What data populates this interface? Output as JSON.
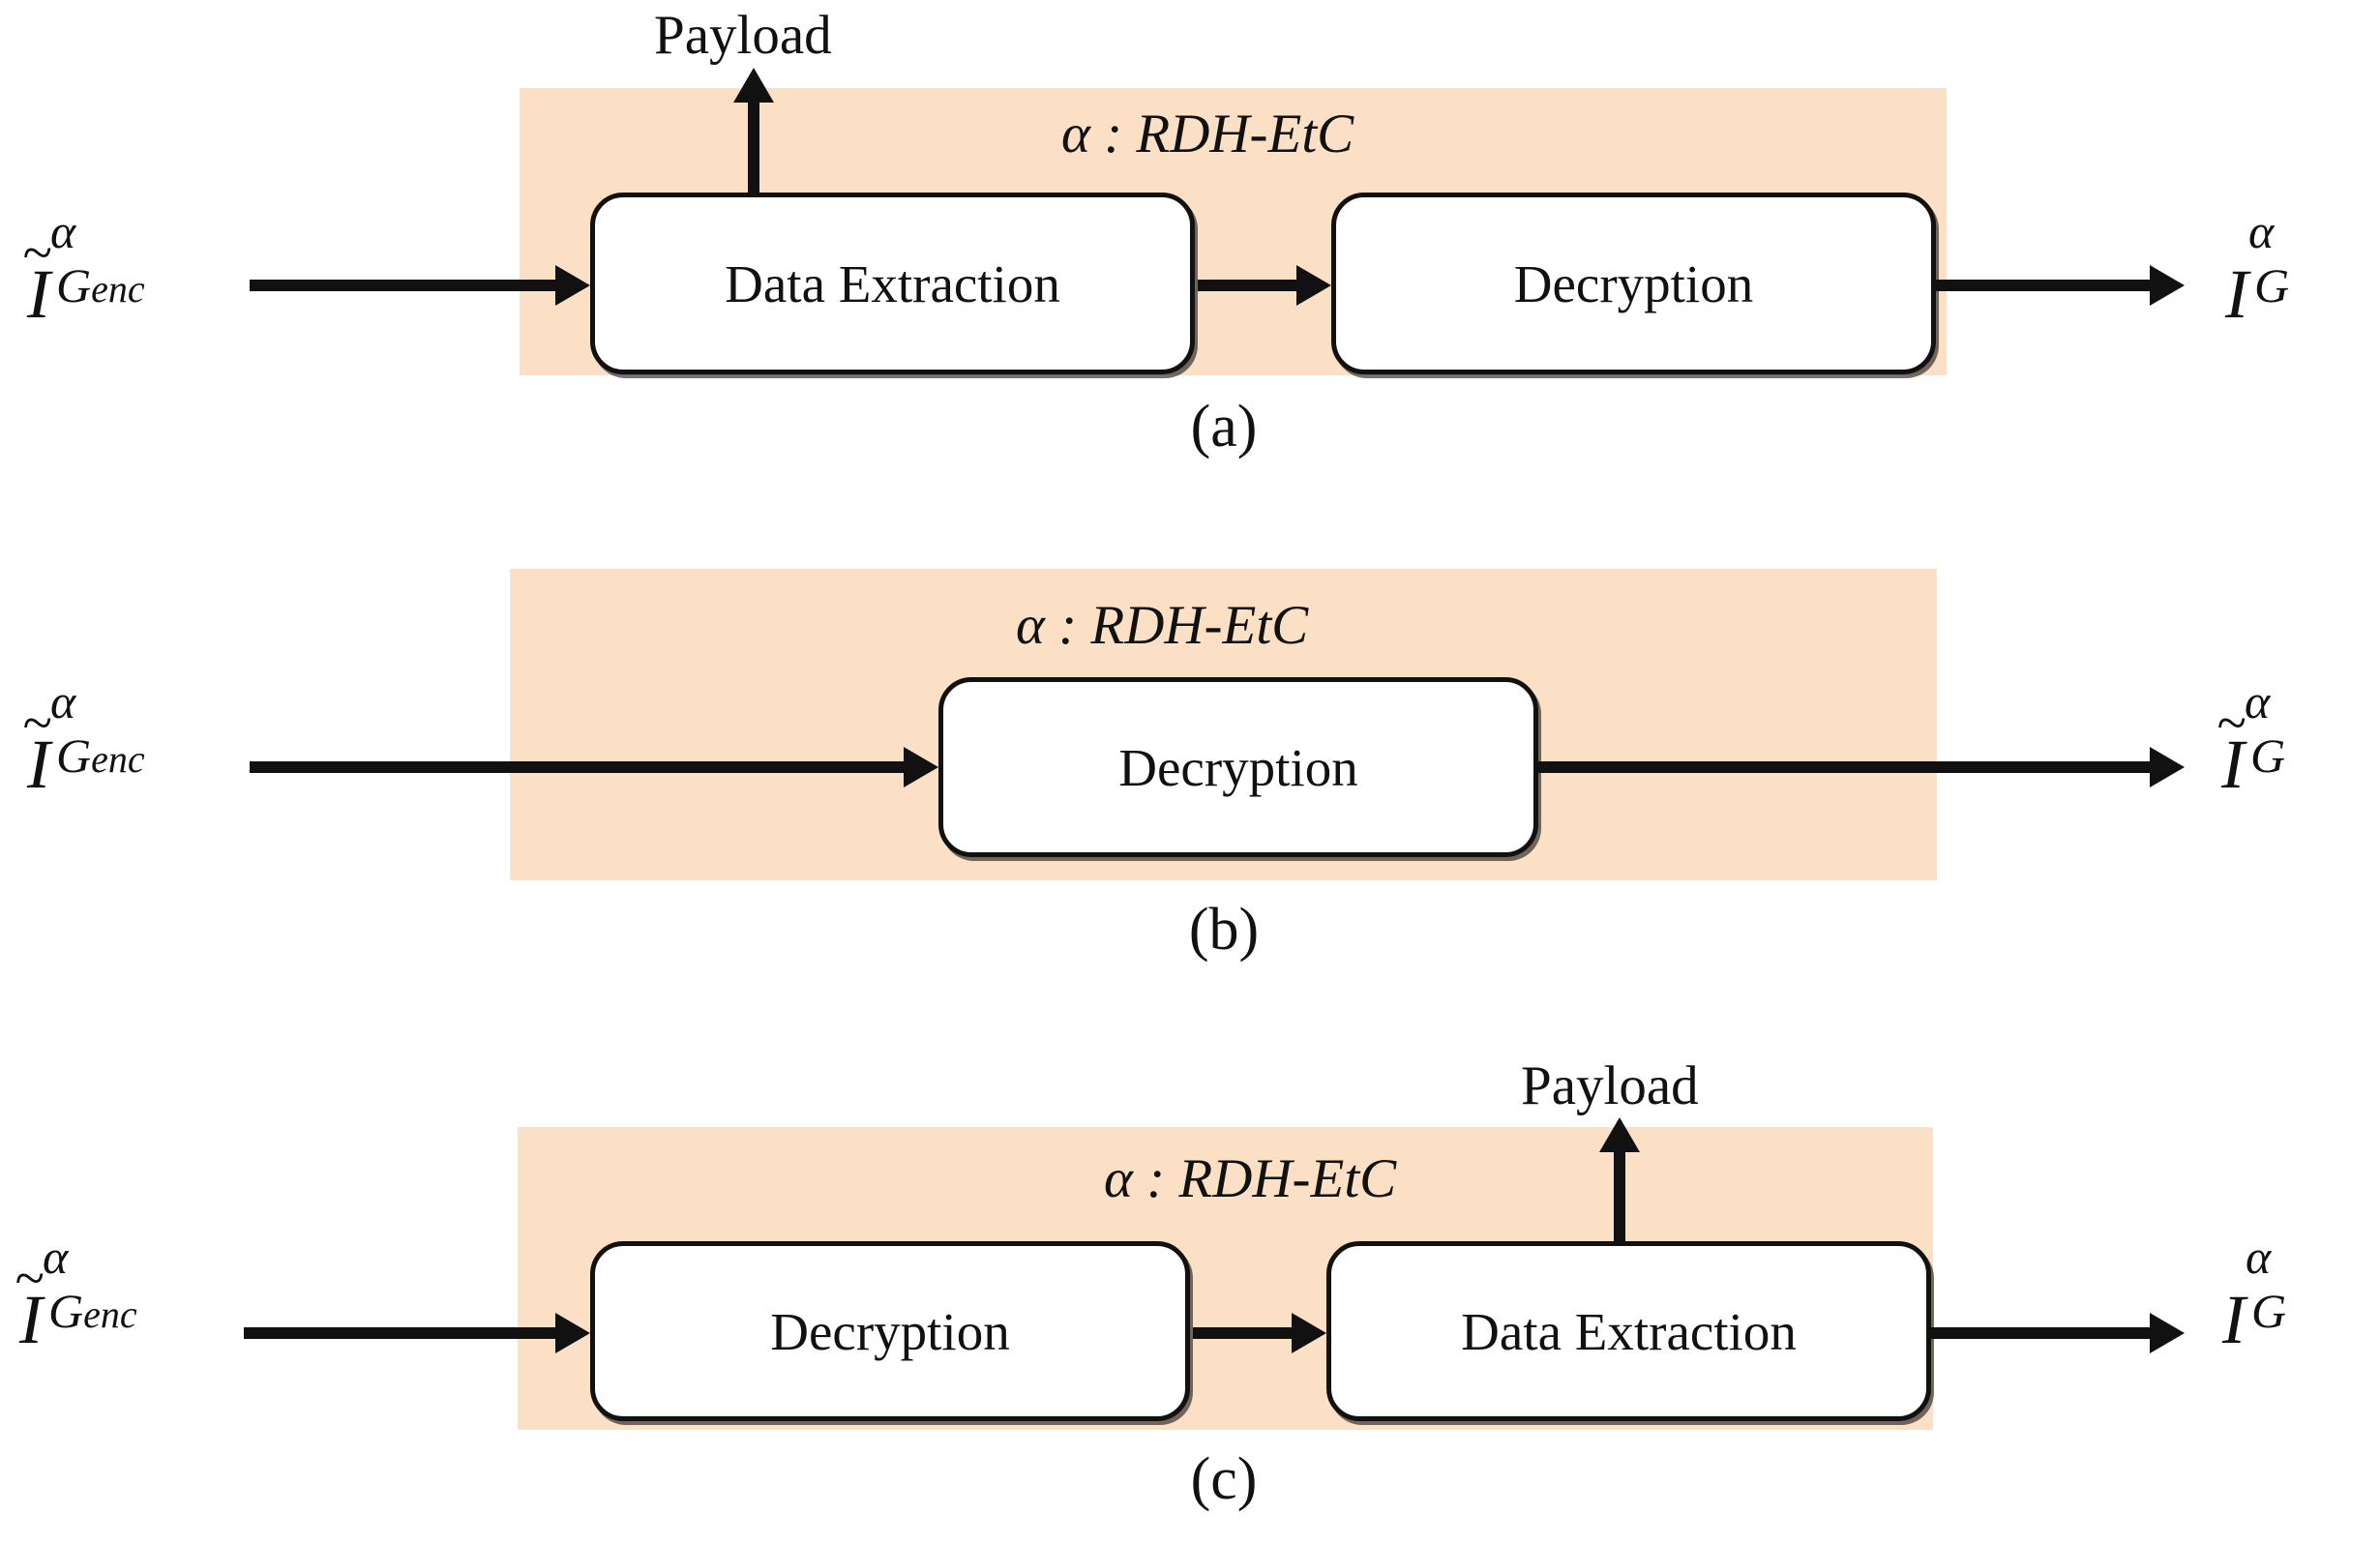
{
  "figure": {
    "panel_fill_color": "#FBE0C5",
    "box_border_color": "#111111",
    "box_fill_color": "#FFFFFF",
    "arrow_color": "#111111",
    "panel_title": "α : RDH-EtC"
  },
  "panels": [
    {
      "id": "a",
      "caption": "(a)",
      "title": "α : RDH-EtC",
      "input_label": {
        "base": "I",
        "tilde": "~",
        "sup": "α",
        "sub_main": "G",
        "sub_small": "enc"
      },
      "output_label": {
        "base": "I",
        "tilde": "",
        "sup": "α",
        "sub_main": "G",
        "sub_small": ""
      },
      "branch_label": "Payload",
      "boxes": [
        {
          "label": "Data Extraction"
        },
        {
          "label": "Decryption"
        }
      ]
    },
    {
      "id": "b",
      "caption": "(b)",
      "title": "α : RDH-EtC",
      "input_label": {
        "base": "I",
        "tilde": "~",
        "sup": "α",
        "sub_main": "G",
        "sub_small": "enc"
      },
      "output_label": {
        "base": "I",
        "tilde": "~",
        "sup": "α",
        "sub_main": "G",
        "sub_small": ""
      },
      "branch_label": "",
      "boxes": [
        {
          "label": "Decryption"
        }
      ]
    },
    {
      "id": "c",
      "caption": "(c)",
      "title": "α : RDH-EtC",
      "input_label": {
        "base": "I",
        "tilde": "~",
        "sup": "α",
        "sub_main": "G",
        "sub_small": "enc"
      },
      "output_label": {
        "base": "I",
        "tilde": "",
        "sup": "α",
        "sub_main": "G",
        "sub_small": ""
      },
      "branch_label": "Payload",
      "boxes": [
        {
          "label": "Decryption"
        },
        {
          "label": "Data Extraction"
        }
      ]
    }
  ]
}
